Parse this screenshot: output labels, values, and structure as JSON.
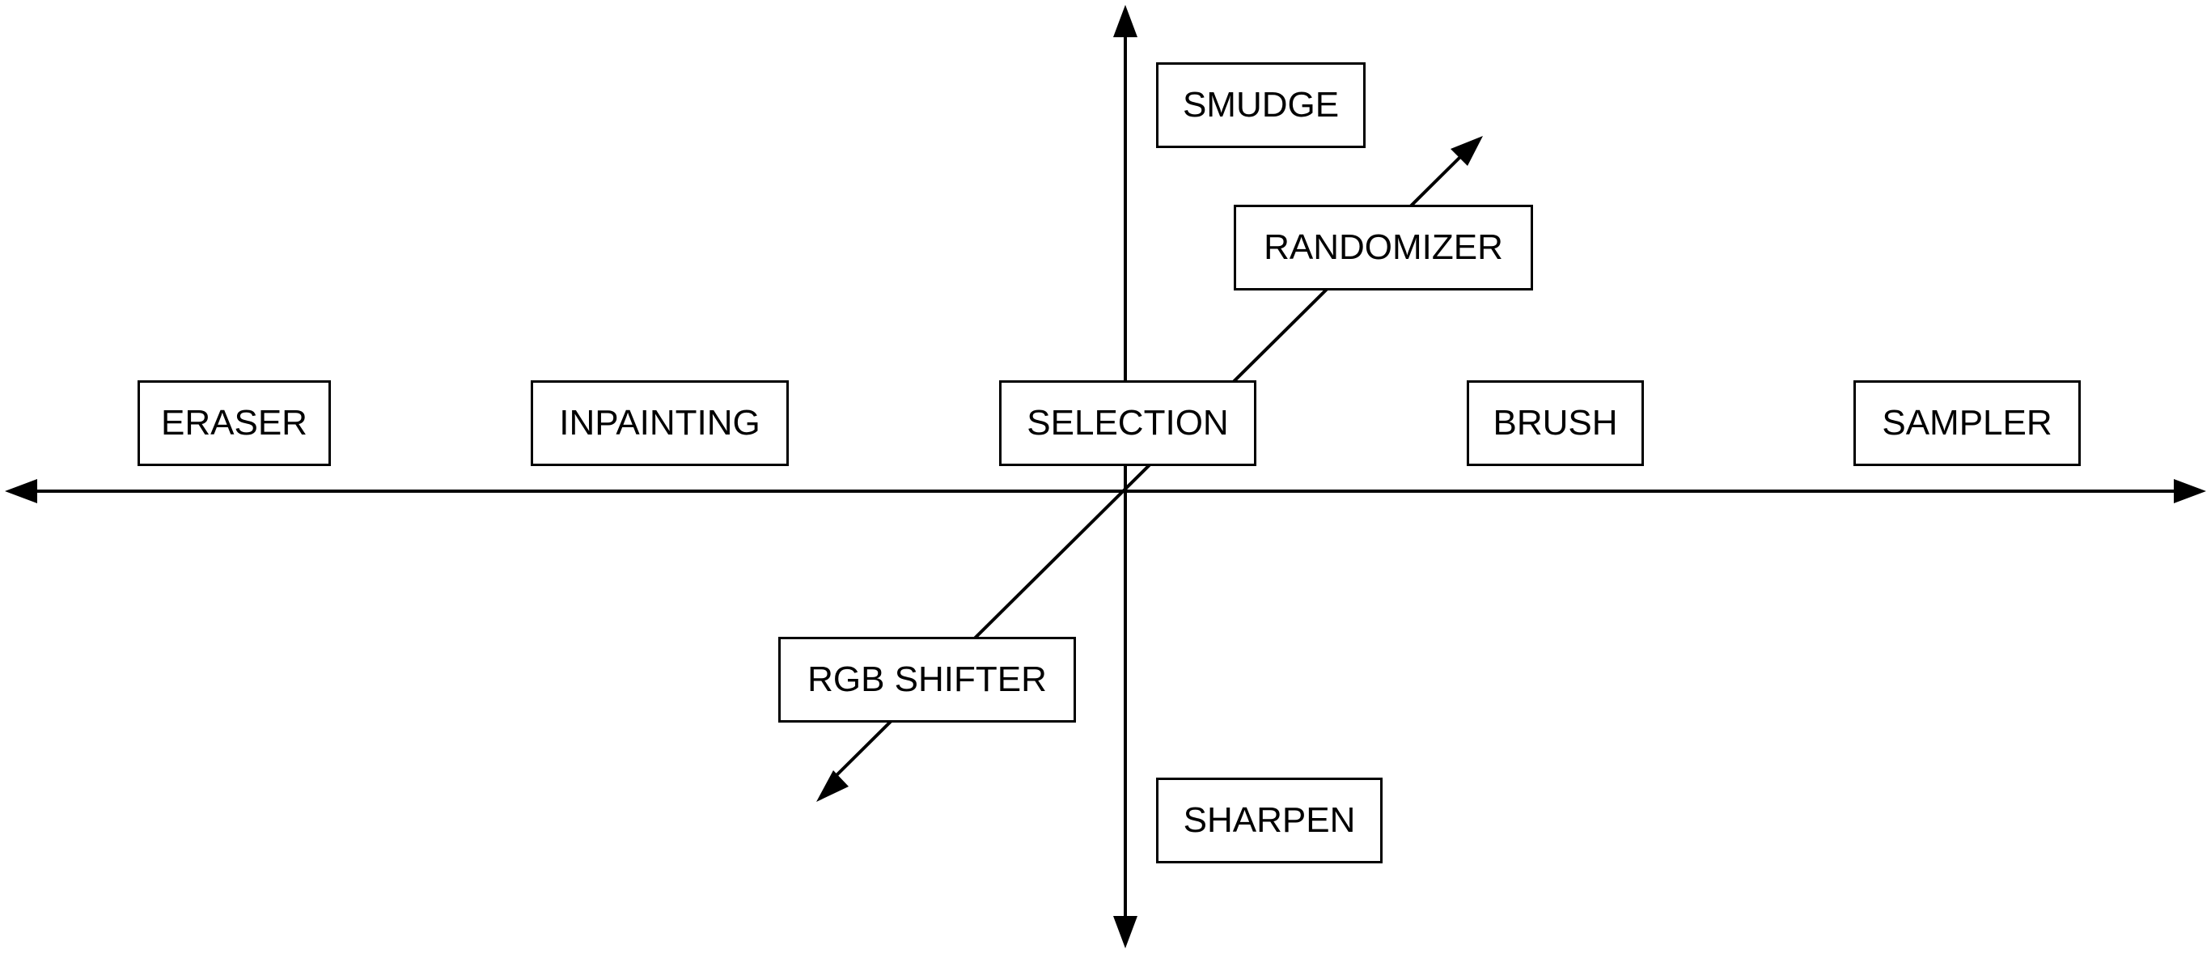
{
  "diagram": {
    "nodes": {
      "smudge": "SMUDGE",
      "randomizer": "RANDOMIZER",
      "eraser": "ERASER",
      "inpainting": "INPAINTING",
      "selection": "SELECTION",
      "brush": "BRUSH",
      "sampler": "SAMPLER",
      "rgb_shifter": "RGB SHIFTER",
      "sharpen": "SHARPEN"
    },
    "axes": [
      {
        "name": "horizontal-axis",
        "direction": "left-right",
        "arrows": "both-ends"
      },
      {
        "name": "vertical-axis",
        "direction": "up-down",
        "arrows": "both-ends"
      },
      {
        "name": "diagonal-axis",
        "direction": "lower-left to upper-right",
        "arrows": "both-ends"
      }
    ],
    "colors": {
      "line": "#000000",
      "box_border": "#000000",
      "box_fill": "#ffffff",
      "text": "#000000",
      "background": "#ffffff"
    }
  }
}
